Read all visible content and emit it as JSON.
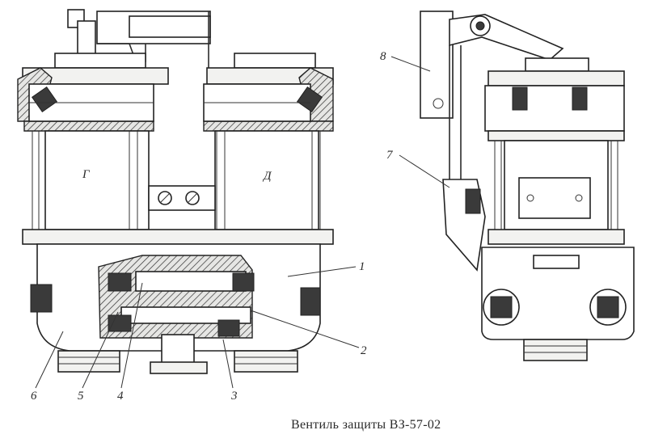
{
  "caption": "Вентиль защиты ВЗ-57-02",
  "zones": {
    "left_cylinder": "Г",
    "right_cylinder": "Д"
  },
  "callouts": {
    "c1": "1",
    "c2": "2",
    "c3": "3",
    "c4": "4",
    "c5": "5",
    "c6": "6",
    "c7": "7",
    "c8": "8"
  }
}
